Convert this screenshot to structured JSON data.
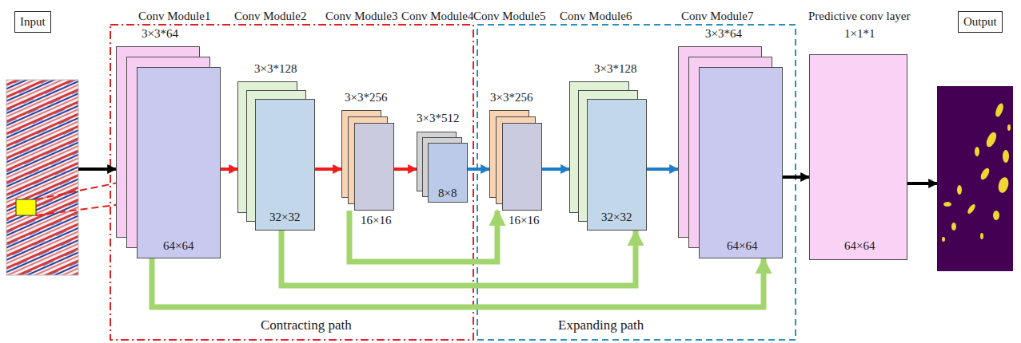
{
  "diagram": {
    "nodes": [
      {
        "text": [
          "Input"
        ]
      },
      {
        "text": [
          "Conv Module1",
          "3×3*64",
          "64×64"
        ]
      },
      {
        "text": [
          "Conv Module2",
          "3×3*128",
          "32×32"
        ]
      },
      {
        "text": [
          "Conv Module3",
          "3×3*256",
          "16×16"
        ]
      },
      {
        "text": [
          "Conv Module4",
          "3×3*512",
          "8×8"
        ]
      },
      {
        "text": [
          "Conv Module5",
          "3×3*256",
          "16×16"
        ]
      },
      {
        "text": [
          "Conv Module6",
          "3×3*128",
          "32×32"
        ]
      },
      {
        "text": [
          "Conv Module7",
          "3×3*64",
          "64×64"
        ]
      },
      {
        "text": [
          "Predictive conv layer",
          "1×1*1",
          "64×64"
        ]
      },
      {
        "text": [
          "Output"
        ]
      }
    ],
    "edges": [
      {
        "from": 0,
        "to": 1,
        "arrow": "to"
      },
      {
        "from": 1,
        "to": 2,
        "arrow": "to"
      },
      {
        "from": 2,
        "to": 3,
        "arrow": "to"
      },
      {
        "from": 3,
        "to": 4,
        "arrow": "to"
      },
      {
        "from": 4,
        "to": 5,
        "arrow": "to"
      },
      {
        "from": 5,
        "to": 6,
        "arrow": "to"
      },
      {
        "from": 6,
        "to": 7,
        "arrow": "to"
      },
      {
        "from": 7,
        "to": 8,
        "arrow": "to"
      },
      {
        "from": 8,
        "to": 9,
        "arrow": "to"
      },
      {
        "from": 3,
        "to": 5,
        "arrow": "to"
      },
      {
        "from": 2,
        "to": 6,
        "arrow": "to"
      },
      {
        "from": 1,
        "to": 7,
        "arrow": "to"
      }
    ],
    "labels": [
      "Contracting path",
      "Expanding path"
    ]
  }
}
